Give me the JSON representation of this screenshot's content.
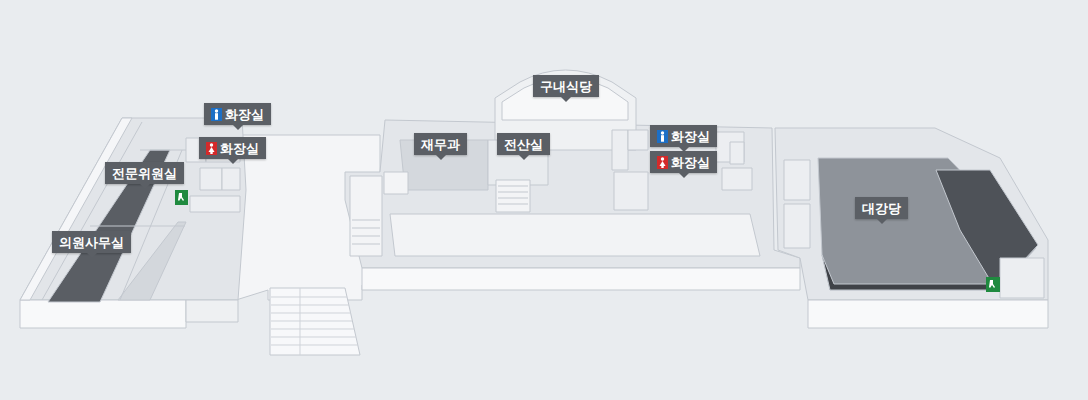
{
  "diagram": {
    "nodes": [
      {
        "text": [
          "화장실"
        ]
      },
      {
        "text": [
          "화장실"
        ]
      },
      {
        "text": [
          "전문위원실"
        ]
      },
      {
        "text": [
          "의원사무실"
        ]
      },
      {
        "text": [
          "재무과"
        ]
      },
      {
        "text": [
          "전산실"
        ]
      },
      {
        "text": [
          "구내식당"
        ]
      },
      {
        "text": [
          "화장실"
        ]
      },
      {
        "text": [
          "화장실"
        ]
      },
      {
        "text": [
          "대강당"
        ]
      }
    ]
  }
}
